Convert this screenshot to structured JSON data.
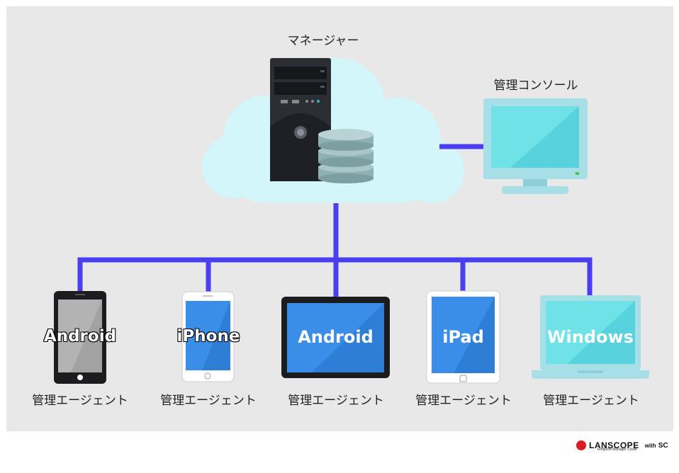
{
  "nodes": {
    "manager": "マネージャー",
    "console": "管理コンソール"
  },
  "devices": [
    {
      "label": "Android",
      "agent": "管理エージェント"
    },
    {
      "label": "iPhone",
      "agent": "管理エージェント"
    },
    {
      "label": "Android",
      "agent": "管理エージェント"
    },
    {
      "label": "iPad",
      "agent": "管理エージェント"
    },
    {
      "label": "Windows",
      "agent": "管理エージェント"
    }
  ],
  "logo": {
    "name": "LANSCOPE",
    "sub": "Endpoint Manager Cloud",
    "with": "with",
    "partner": "SC"
  },
  "colors": {
    "connector": "#4a3ef0",
    "cloud": "#d3f6fb",
    "screen_blue": "#3a8ee8",
    "screen_cyan": "#6ee2e6",
    "logo_red": "#d91c1c"
  }
}
